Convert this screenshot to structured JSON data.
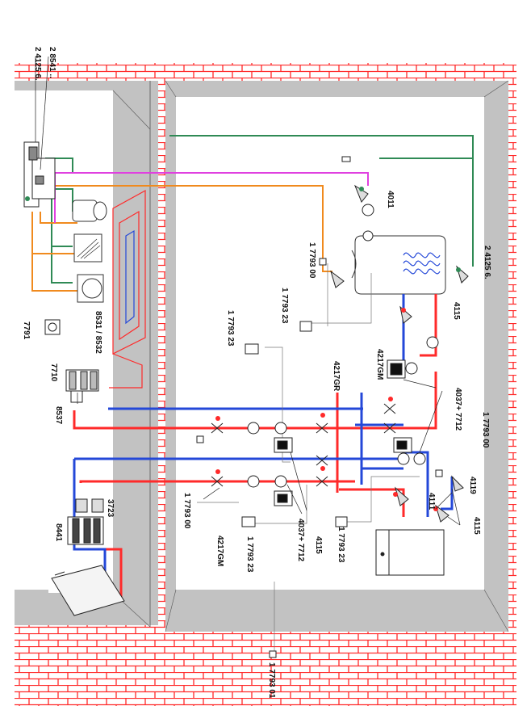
{
  "colors": {
    "hot": "#ff2a2a",
    "cold": "#2448d8",
    "green": "#2f8a55",
    "orange": "#f08a1e",
    "magenta": "#e040e0",
    "wall_grey": "#c2c2c2",
    "brick": "#ff2a2a"
  },
  "labels": {
    "l_24125_top": "2 4125 6.",
    "l_28541": "2 8541 ..",
    "l_4011": "4011",
    "l_1779300_tank": "1 7793 00",
    "l_1779323_a": "1 7793 23",
    "l_1779323_b": "1 7793 23",
    "l_24125_right": "2 4125 6.",
    "l_4115_tank": "4115",
    "l_7791": "7791",
    "l_8531": "8531 / 8532",
    "l_7710": "7710",
    "l_4217gr": "4217GR",
    "l_4217gm_top": "4217GM",
    "l_8537": "8537",
    "l_4037_right": "4037+ 7712",
    "l_1779300_right": "1 7793 00",
    "l_4119": "4119",
    "l_3723": "3723",
    "l_8441": "8441",
    "l_4111": "4111",
    "l_4115_right": "4115",
    "l_1779300_bottom": "1 7793 00",
    "l_4217gm_bottom": "4217GM",
    "l_1779323_c": "1 7793 23",
    "l_4037_bottom": "4037+ 7712",
    "l_4115_bottom": "4115",
    "l_1779323_d": "1 7793 23",
    "l_1779301": "1 7793 01"
  }
}
